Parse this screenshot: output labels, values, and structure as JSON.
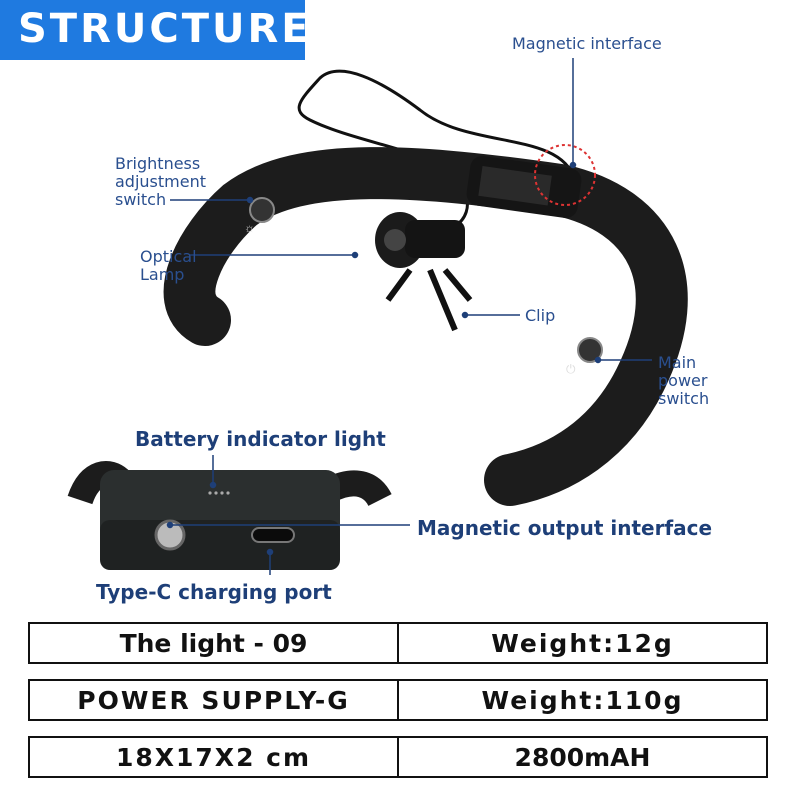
{
  "banner": {
    "title": "STRUCTURE"
  },
  "callouts": {
    "magnetic_interface": "Magnetic interface",
    "brightness_switch": [
      "Brightness",
      "adjustment",
      "switch"
    ],
    "optical_lamp": [
      "Optical",
      "Lamp"
    ],
    "clip": "Clip",
    "main_power_switch": [
      "Main",
      "power",
      "switch"
    ],
    "battery_indicator": "Battery indicator light",
    "magnetic_output": "Magnetic output interface",
    "type_c_port": "Type-C charging port"
  },
  "specs": [
    {
      "left": "The light - 09",
      "right": "Weight:12g"
    },
    {
      "left": "POWER SUPPLY-G",
      "right": "Weight:110g"
    },
    {
      "left": "18X17X2 cm",
      "right": "2800mAH"
    }
  ],
  "colors": {
    "banner": "#1f7ae0",
    "label": "#2a4f8f",
    "device": "#1c1c1c",
    "leader": "#1e3f78"
  }
}
